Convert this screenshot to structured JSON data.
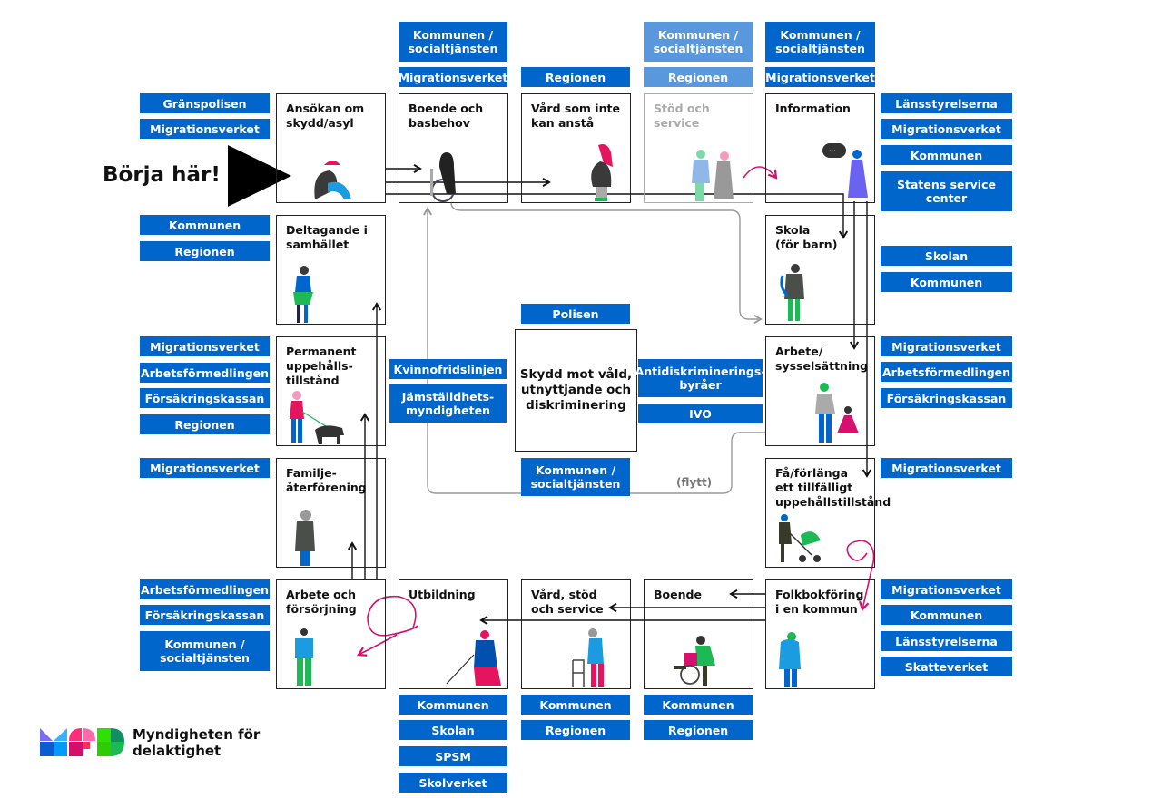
{
  "start_label": "Börja här!",
  "flytt_label": "(flytt)",
  "logo": {
    "text": "Myndigheten för\ndelaktighet"
  },
  "colors": {
    "agency_tag": "#0066cc",
    "agency_tag_faded": "#5a98dd",
    "accent_path": "#d4116e",
    "arrow": "#111111",
    "gray_path": "#999999"
  },
  "steps": {
    "asyl": {
      "title": "Ansökan om\nskydd/asyl",
      "agencies": [
        "Gränspolisen",
        "Migrationsverket"
      ]
    },
    "boende_bas": {
      "title": "Boende och\nbasbehov",
      "agencies": [
        "Kommunen /\nsocialtjänsten",
        "Migrationsverket"
      ]
    },
    "vard_anstå": {
      "title": "Vård som inte\nkan anstå",
      "agencies": [
        "Regionen"
      ]
    },
    "stod_service": {
      "title": "Stöd och\nservice",
      "agencies": [
        "Kommunen /\nsocialtjänsten",
        "Regionen"
      ]
    },
    "information": {
      "title": "Information",
      "agencies_top": [
        "Kommunen /\nsocialtjänsten",
        "Migrationsverket"
      ],
      "agencies_side": [
        "Länsstyrelserna",
        "Migrationsverket",
        "Kommunen",
        "Statens service\ncenter"
      ]
    },
    "deltagande": {
      "title": "Deltagande i\nsamhället",
      "agencies": [
        "Kommunen",
        "Regionen"
      ]
    },
    "skola": {
      "title": "Skola\n(för barn)",
      "agencies": [
        "Skolan",
        "Kommunen"
      ]
    },
    "permanent": {
      "title": "Permanent\nuppehålls-\ntillstånd",
      "agencies": [
        "Migrationsverket",
        "Arbetsförmedlingen",
        "Försäkringskassan",
        "Regionen"
      ]
    },
    "arbete_syss": {
      "title": "Arbete/\nsysselsättning",
      "agencies": [
        "Migrationsverket",
        "Arbetsförmedlingen",
        "Försäkringskassan"
      ]
    },
    "familj": {
      "title": "Familje-\nåterförening",
      "agencies": [
        "Migrationsverket"
      ]
    },
    "tillfalligt": {
      "title": "Få/förlänga\nett tillfälligt\nuppehållstillstånd",
      "agencies": [
        "Migrationsverket"
      ]
    },
    "arbete_fors": {
      "title": "Arbete och\nförsörjning",
      "agencies": [
        "Arbetsförmedlingen",
        "Försäkringskassan",
        "Kommunen /\nsocialtjänsten"
      ]
    },
    "utbildning": {
      "title": "Utbildning",
      "agencies": [
        "Kommunen",
        "Skolan",
        "SPSM",
        "Skolverket"
      ]
    },
    "vard_stod": {
      "title": "Vård, stöd\noch service",
      "agencies": [
        "Kommunen",
        "Regionen"
      ]
    },
    "boende": {
      "title": "Boende",
      "agencies": [
        "Kommunen",
        "Regionen"
      ]
    },
    "folkbok": {
      "title": "Folkbokföring\ni en kommun",
      "agencies": [
        "Migrationsverket",
        "Kommunen",
        "Länsstyrelserna",
        "Skatteverket"
      ]
    },
    "skydd": {
      "title": "Skydd mot våld,\nutnyttjande och\ndiskriminering",
      "agencies_top": [
        "Polisen"
      ],
      "agencies_left": [
        "Kvinnofridslinjen",
        "Jämställdhets-\nmyndigheten"
      ],
      "agencies_right": [
        "Antidiskriminerings-\nbyråer",
        "IVO"
      ],
      "agencies_bottom": [
        "Kommunen /\nsocialtjänsten"
      ]
    }
  }
}
